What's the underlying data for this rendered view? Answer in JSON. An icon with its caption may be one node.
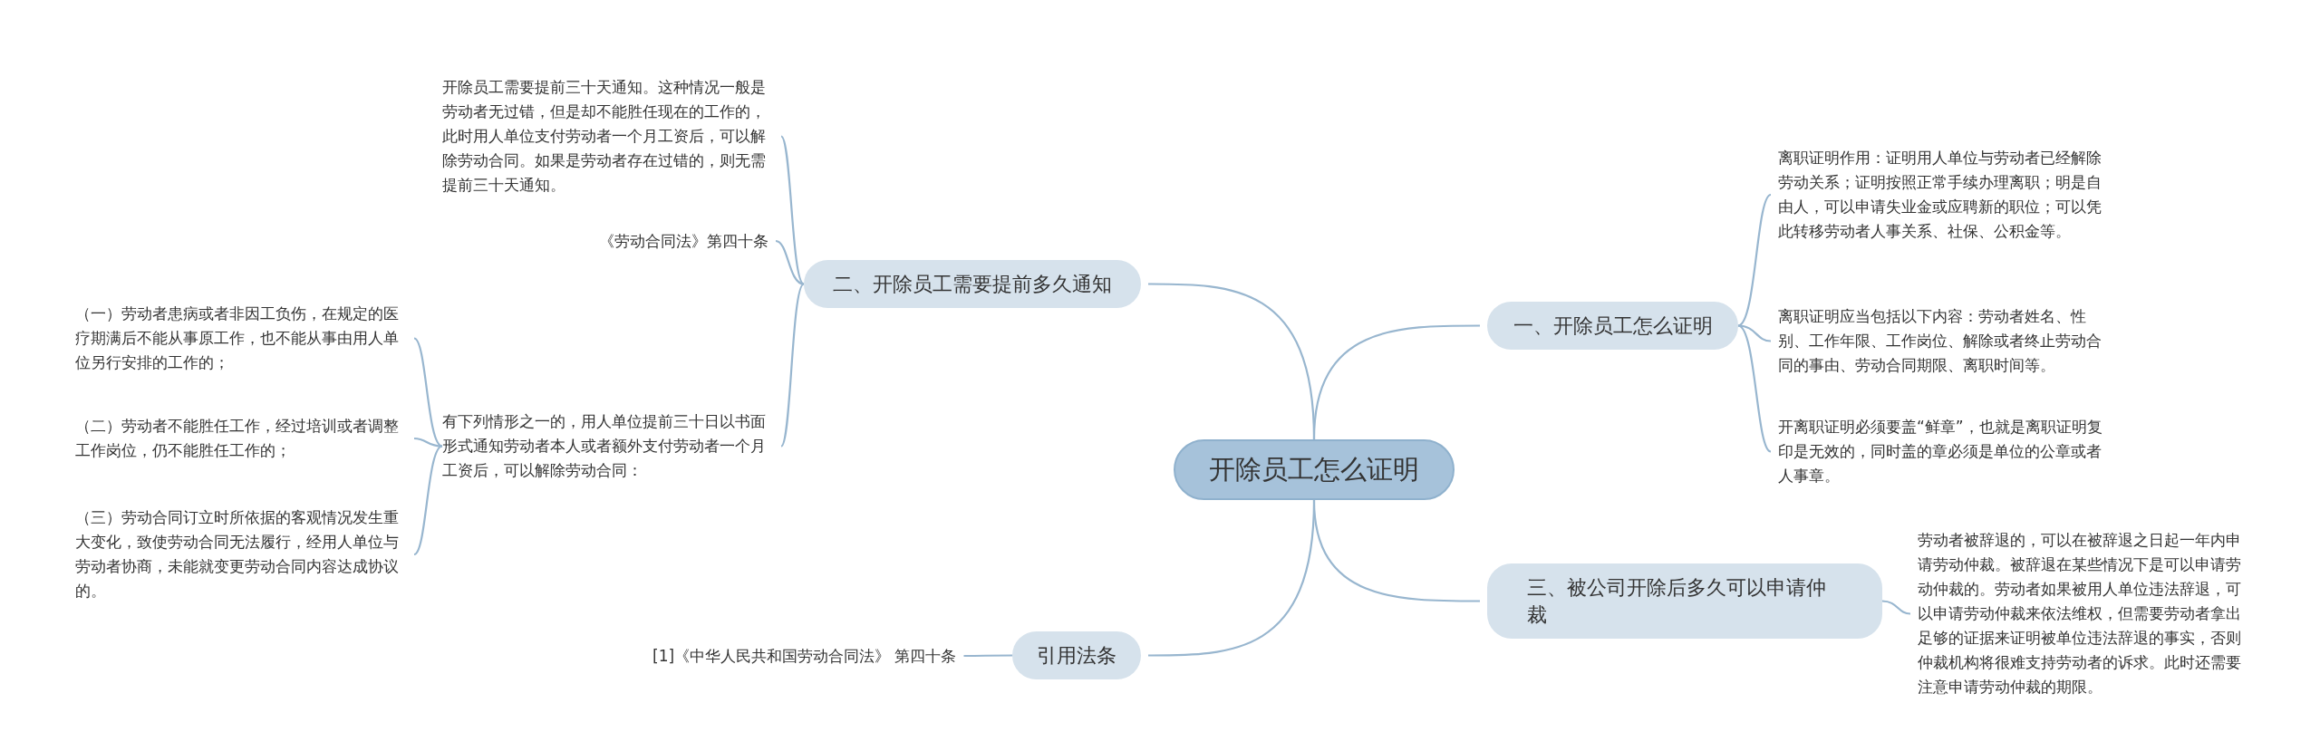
{
  "diagram": {
    "nodes": [
      {
        "text": [
          "开除员工怎么证明"
        ]
      },
      {
        "text": [
          "一、开除员工怎么证明"
        ]
      },
      {
        "text": [
          "离职证明作用：证明用人单位与劳动者已经解除劳动关系；证明按照正常手续办理离职；明是自由人，可以申请失业金或应聘新的职位；可以凭此转移劳动者人事关系、社保、公积金等。"
        ]
      },
      {
        "text": [
          "离职证明应当包括以下内容：劳动者姓名、性别、工作年限、工作岗位、解除或者终止劳动合同的事由、劳动合同期限、离职时间等。"
        ]
      },
      {
        "text": [
          "开离职证明必须要盖“鲜章”，也就是离职证明复印是无效的，同时盖的章必须是单位的公章或者人事章。"
        ]
      },
      {
        "text": [
          "三、被公司开除后多久可以申请仲裁"
        ]
      },
      {
        "text": [
          "劳动者被辞退的，可以在被辞退之日起一年内申请劳动仲裁。被辞退在某些情况下是可以申请劳动仲裁的。劳动者如果被用人单位违法辞退，可以申请劳动仲裁来依法维权，但需要劳动者拿出足够的证据来证明被单位违法辞退的事实，否则仲裁机构将很难支持劳动者的诉求。此时还需要注意申请劳动仲裁的期限。"
        ]
      },
      {
        "text": [
          "二、开除员工需要提前多久通知"
        ]
      },
      {
        "text": [
          "开除员工需要提前三十天通知。这种情况一般是劳动者无过错，但是却不能胜任现在的工作的，此时用人单位支付劳动者一个月工资后，可以解除劳动合同。如果是劳动者存在过错的，则无需提前三十天通知。"
        ]
      },
      {
        "text": [
          "《劳动合同法》第四十条"
        ]
      },
      {
        "text": [
          "有下列情形之一的，用人单位提前三十日以书面形式通知劳动者本人或者额外支付劳动者一个月工资后，可以解除劳动合同："
        ]
      },
      {
        "text": [
          "（一）劳动者患病或者非因工负伤，在规定的医疗期满后不能从事原工作，也不能从事由用人单位另行安排的工作的；"
        ]
      },
      {
        "text": [
          "（二）劳动者不能胜任工作，经过培训或者调整工作岗位，仍不能胜任工作的；"
        ]
      },
      {
        "text": [
          "（三）劳动合同订立时所依据的客观情况发生重大变化，致使劳动合同无法履行，经用人单位与劳动者协商，未能就变更劳动合同内容达成协议的。"
        ]
      },
      {
        "text": [
          "引用法条"
        ]
      },
      {
        "text": [
          "[1]《中华人民共和国劳动合同法》 第四十条"
        ]
      }
    ],
    "edges": [
      {
        "from": 0,
        "to": 1,
        "arrow": "none"
      },
      {
        "from": 1,
        "to": 2,
        "arrow": "none"
      },
      {
        "from": 1,
        "to": 3,
        "arrow": "none"
      },
      {
        "from": 1,
        "to": 4,
        "arrow": "none"
      },
      {
        "from": 0,
        "to": 5,
        "arrow": "none"
      },
      {
        "from": 5,
        "to": 6,
        "arrow": "none"
      },
      {
        "from": 0,
        "to": 7,
        "arrow": "none"
      },
      {
        "from": 7,
        "to": 8,
        "arrow": "none"
      },
      {
        "from": 7,
        "to": 9,
        "arrow": "none"
      },
      {
        "from": 7,
        "to": 10,
        "arrow": "none"
      },
      {
        "from": 10,
        "to": 11,
        "arrow": "none"
      },
      {
        "from": 10,
        "to": 12,
        "arrow": "none"
      },
      {
        "from": 10,
        "to": 13,
        "arrow": "none"
      },
      {
        "from": 0,
        "to": 14,
        "arrow": "none"
      },
      {
        "from": 14,
        "to": 15,
        "arrow": "none"
      }
    ]
  }
}
